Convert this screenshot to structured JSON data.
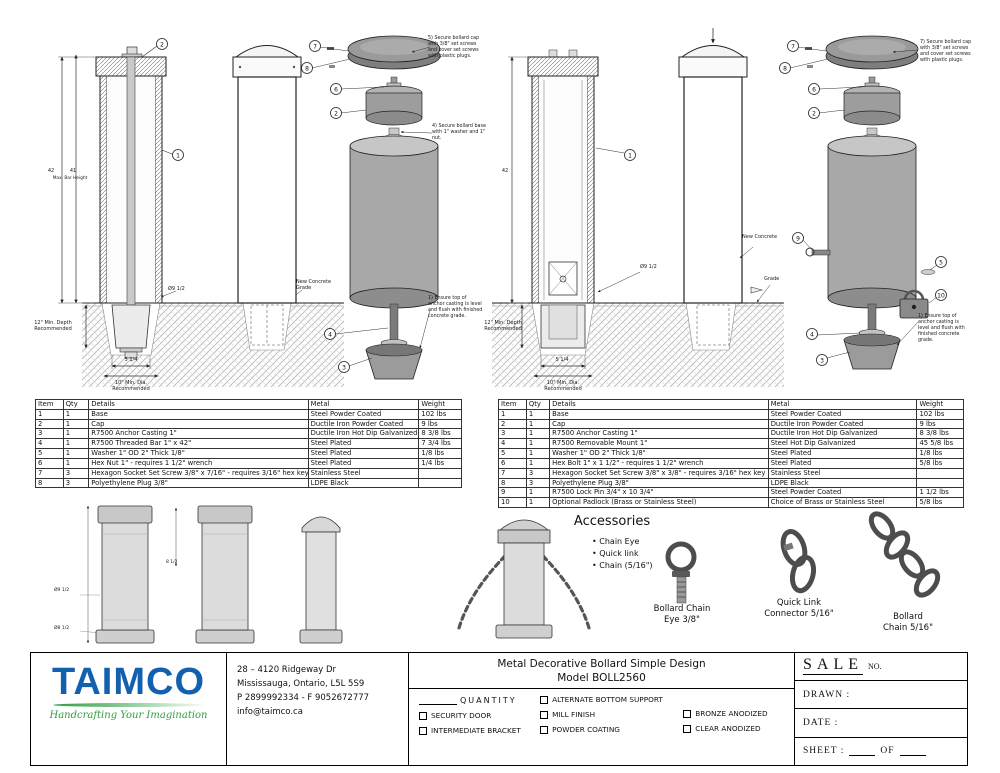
{
  "sheet": {
    "title_line1": "Metal Decorative Bollard Simple Design",
    "title_line2": "Model BOLL2560"
  },
  "labels": {
    "d42": "42",
    "d41": "41",
    "max_bar": "Max. Bar Height",
    "depth": "12\" Min. Depth Recommended",
    "w514": "5 1/4",
    "dia10": "10\" Min. Dia. Recommended",
    "dia9": "Ø9 1/2",
    "dia8": "Ø8 1/2",
    "h812": "8 1/2",
    "new_concrete_grade": "New Concrete Grade",
    "new_concrete": "New Concrete",
    "grade": "Grade"
  },
  "notes": {
    "cap_left": "5) Secure bollard cap with 3/8\" set screws and cover set screws with plastic plugs.",
    "base": "4) Secure bollard base with 1\" washer and 1\" nut.",
    "anchor": "1) Ensure top of anchor casting is level and flush with finished concrete grade.",
    "cap_right": "7) Secure bollard cap with 3/8\" set screws and cover set screws with plastic plugs."
  },
  "callouts": {
    "n1": "1",
    "n2": "2",
    "n3": "3",
    "n4": "4",
    "n5": "5",
    "n6": "6",
    "n7": "7",
    "n8": "8",
    "n9": "9",
    "n10": "10"
  },
  "table_left": {
    "headers": [
      "Item",
      "Qty",
      "Details",
      "Metal",
      "Weight"
    ],
    "rows": [
      [
        "1",
        "1",
        "Base",
        "Steel Powder Coated",
        "102 lbs"
      ],
      [
        "2",
        "1",
        "Cap",
        "Ductile Iron Powder Coated",
        "9 lbs"
      ],
      [
        "3",
        "1",
        "R7500 Anchor Casting 1\"",
        "Ductile Iron Hot Dip Galvanized",
        "8 3/8 lbs"
      ],
      [
        "4",
        "1",
        "R7500 Threaded Bar 1\" x 42\"",
        "Steel Plated",
        "7 3/4 lbs"
      ],
      [
        "5",
        "1",
        "Washer 1\" OD 2\" Thick 1/8\"",
        "Steel Plated",
        "1/8 lbs"
      ],
      [
        "6",
        "1",
        "Hex Nut 1\" - requires 1 1/2\" wrench",
        "Steel Plated",
        "1/4 lbs"
      ],
      [
        "7",
        "3",
        "Hexagon Socket Set Screw 3/8\" x 7/16\" - requires 3/16\" hex key",
        "Stainless Steel",
        ""
      ],
      [
        "8",
        "3",
        "Polyethylene Plug 3/8\"",
        "LDPE Black",
        ""
      ]
    ]
  },
  "table_right": {
    "headers": [
      "Item",
      "Qty",
      "Details",
      "Metal",
      "Weight"
    ],
    "rows": [
      [
        "1",
        "1",
        "Base",
        "Steel Powder Coated",
        "102 lbs"
      ],
      [
        "2",
        "1",
        "Cap",
        "Ductile Iron Powder Coated",
        "9 lbs"
      ],
      [
        "3",
        "1",
        "R7500 Anchor Casting 1\"",
        "Ductile Iron Hot Dip Galvanized",
        "8 3/8 lbs"
      ],
      [
        "4",
        "1",
        "R7500 Removable Mount 1\"",
        "Steel Hot Dip Galvanized",
        "45 5/8 lbs"
      ],
      [
        "5",
        "1",
        "Washer 1\" OD 2\" Thick 1/8\"",
        "Steel Plated",
        "1/8 lbs"
      ],
      [
        "6",
        "1",
        "Hex Bolt 1\" x 1 1/2\" - requires 1 1/2\" wrench",
        "Steel Plated",
        "5/8 lbs"
      ],
      [
        "7",
        "3",
        "Hexagon Socket Set Screw 3/8\" x 3/8\" - requires 3/16\" hex key",
        "Stainless Steel",
        ""
      ],
      [
        "8",
        "3",
        "Polyethylene Plug 3/8\"",
        "LDPE Black",
        ""
      ],
      [
        "9",
        "1",
        "R7500 Lock Pin 3/4\" x 10 3/4\"",
        "Steel Powder Coated",
        "1 1/2 lbs"
      ],
      [
        "10",
        "1",
        "Optional Padlock (Brass or Stainless Steel)",
        "Choice of Brass or Stainless Steel",
        "5/8 lbs"
      ]
    ]
  },
  "accessories": {
    "heading": "Accessories",
    "bullets": [
      "Chain Eye",
      "Quick link",
      "Chain (5/16\")"
    ],
    "label1_line1": "Bollard Chain",
    "label1_line2": "Eye 3/8\"",
    "label2_line1": "Quick Link",
    "label2_line2": "Connector 5/16\"",
    "label3_line1": "Bollard",
    "label3_line2": "Chain 5/16\""
  },
  "title_block": {
    "company": "TAIMCO",
    "tagline": "Handcrafting Your Imagination",
    "address1": "28 – 4120 Ridgeway Dr",
    "address2": "Mississauga, Ontario, L5L 5S9",
    "address3": "P 2899992334 - F 9052672777",
    "address4": "info@taimco.ca",
    "quantity_label": "QUANTITY",
    "options_col1": [
      "SECURITY DOOR",
      "INTERMEDIATE BRACKET"
    ],
    "options_col2": [
      "ALTERNATE BOTTOM SUPPORT",
      "MILL FINISH",
      "POWDER COATING"
    ],
    "options_col3": [
      "BRONZE ANODIZED",
      "CLEAR ANODIZED"
    ],
    "sale_label": "SALE",
    "no_label": "NO.",
    "drawn_label": "DRAWN :",
    "date_label": "DATE :",
    "sheet_label": "SHEET :",
    "of_label": "OF"
  },
  "colors": {
    "logo_blue": "#1361ae",
    "logo_green": "#2f9e41"
  }
}
